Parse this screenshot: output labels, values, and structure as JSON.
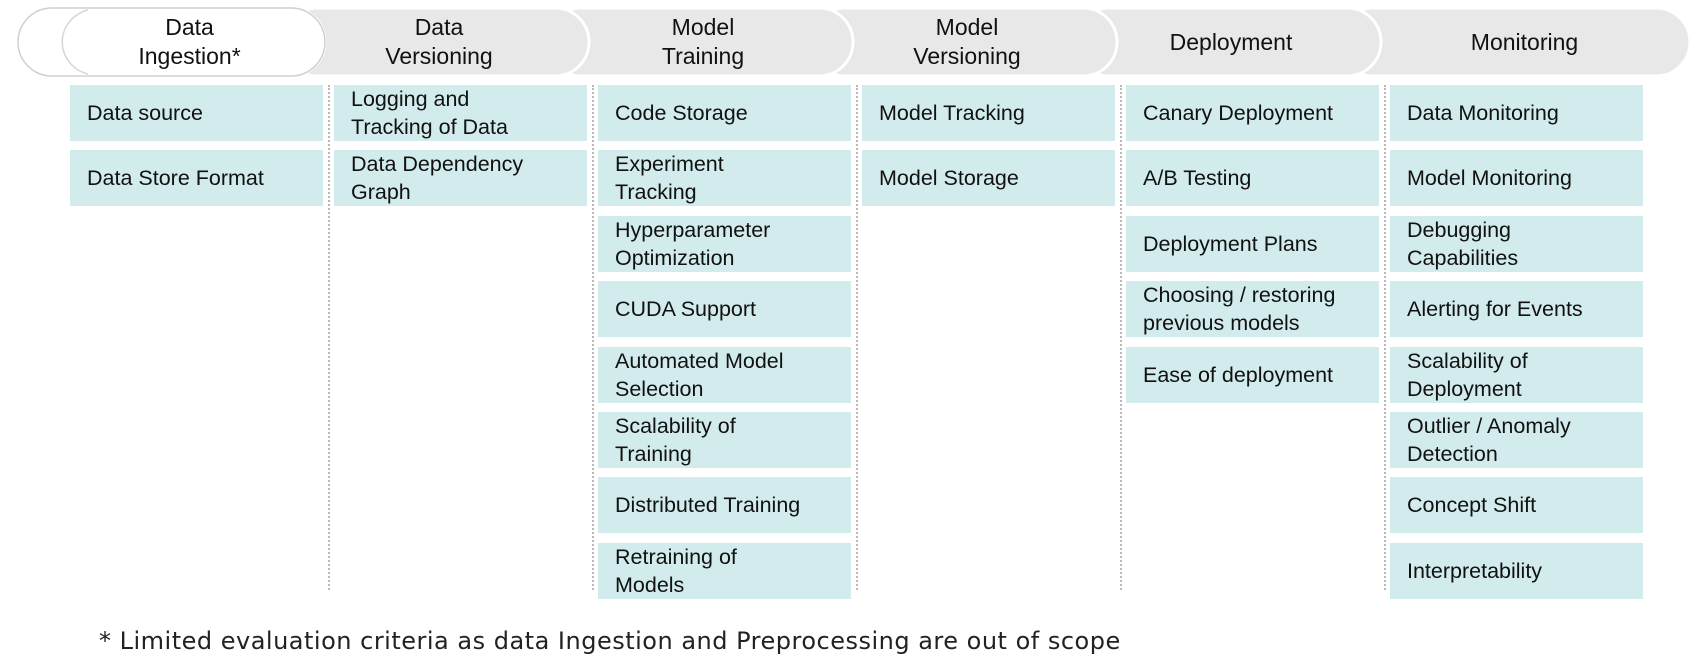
{
  "stages": [
    {
      "label": "Data\nIngestion*",
      "items": [
        "Data source",
        "Data Store Format"
      ]
    },
    {
      "label": "Data\nVersioning",
      "items": [
        "Logging and\nTracking of Data",
        "Data Dependency\nGraph"
      ]
    },
    {
      "label": "Model\nTraining",
      "items": [
        "Code Storage",
        "Experiment\nTracking",
        "Hyperparameter\nOptimization",
        "CUDA Support",
        "Automated Model\nSelection",
        "Scalability of\nTraining",
        "Distributed Training",
        "Retraining of\nModels"
      ]
    },
    {
      "label": "Model\nVersioning",
      "items": [
        "Model Tracking",
        "Model Storage"
      ]
    },
    {
      "label": "Deployment",
      "items": [
        "Canary Deployment",
        "A/B Testing",
        "Deployment Plans",
        "Choosing / restoring\nprevious models",
        "Ease of deployment"
      ]
    },
    {
      "label": "Monitoring",
      "items": [
        "Data Monitoring",
        "Model Monitoring",
        "Debugging\nCapabilities",
        "Alerting for Events",
        "Scalability of\nDeployment",
        "Outlier / Anomaly\nDetection",
        "Concept Shift",
        "Interpretability"
      ]
    }
  ],
  "footnote": "* Limited evaluation criteria as data Ingestion and Preprocessing are out of scope",
  "colors": {
    "card_fill": "#d2ebec",
    "chevron_fill": "#e8e8e8",
    "first_chevron_fill": "#ffffff",
    "divider": "#b8b8b8"
  }
}
